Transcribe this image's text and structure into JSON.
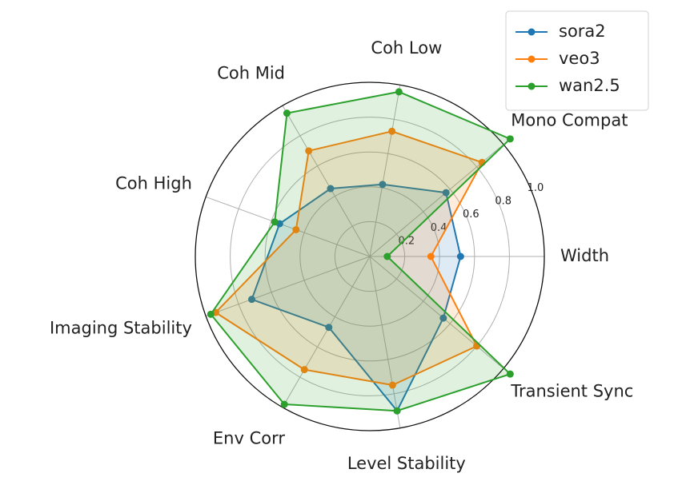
{
  "chart_data": {
    "type": "radar",
    "axes": [
      "Width",
      "Mono Compat",
      "Coh Low",
      "Coh Mid",
      "Coh High",
      "Imaging Stability",
      "Env Corr",
      "Level Stability",
      "Transient Sync"
    ],
    "rlim": [
      0,
      1.0
    ],
    "rticks": [
      0.2,
      0.4,
      0.6,
      0.8,
      1.0
    ],
    "rtick_labels": [
      "0.2",
      "0.4",
      "0.6",
      "0.8",
      "1.0"
    ],
    "grid": true,
    "legend_position": "top-right",
    "series": [
      {
        "name": "sora2",
        "color": "#1f77b4",
        "values": [
          0.52,
          0.57,
          0.42,
          0.45,
          0.55,
          0.72,
          0.47,
          0.9,
          0.55
        ]
      },
      {
        "name": "veo3",
        "color": "#ff7f0e",
        "values": [
          0.35,
          0.84,
          0.73,
          0.7,
          0.45,
          0.94,
          0.75,
          0.75,
          0.8
        ]
      },
      {
        "name": "wan2.5",
        "color": "#2ca02c",
        "values": [
          0.1,
          1.05,
          0.96,
          0.95,
          0.58,
          0.97,
          0.98,
          0.9,
          1.05
        ]
      }
    ]
  }
}
